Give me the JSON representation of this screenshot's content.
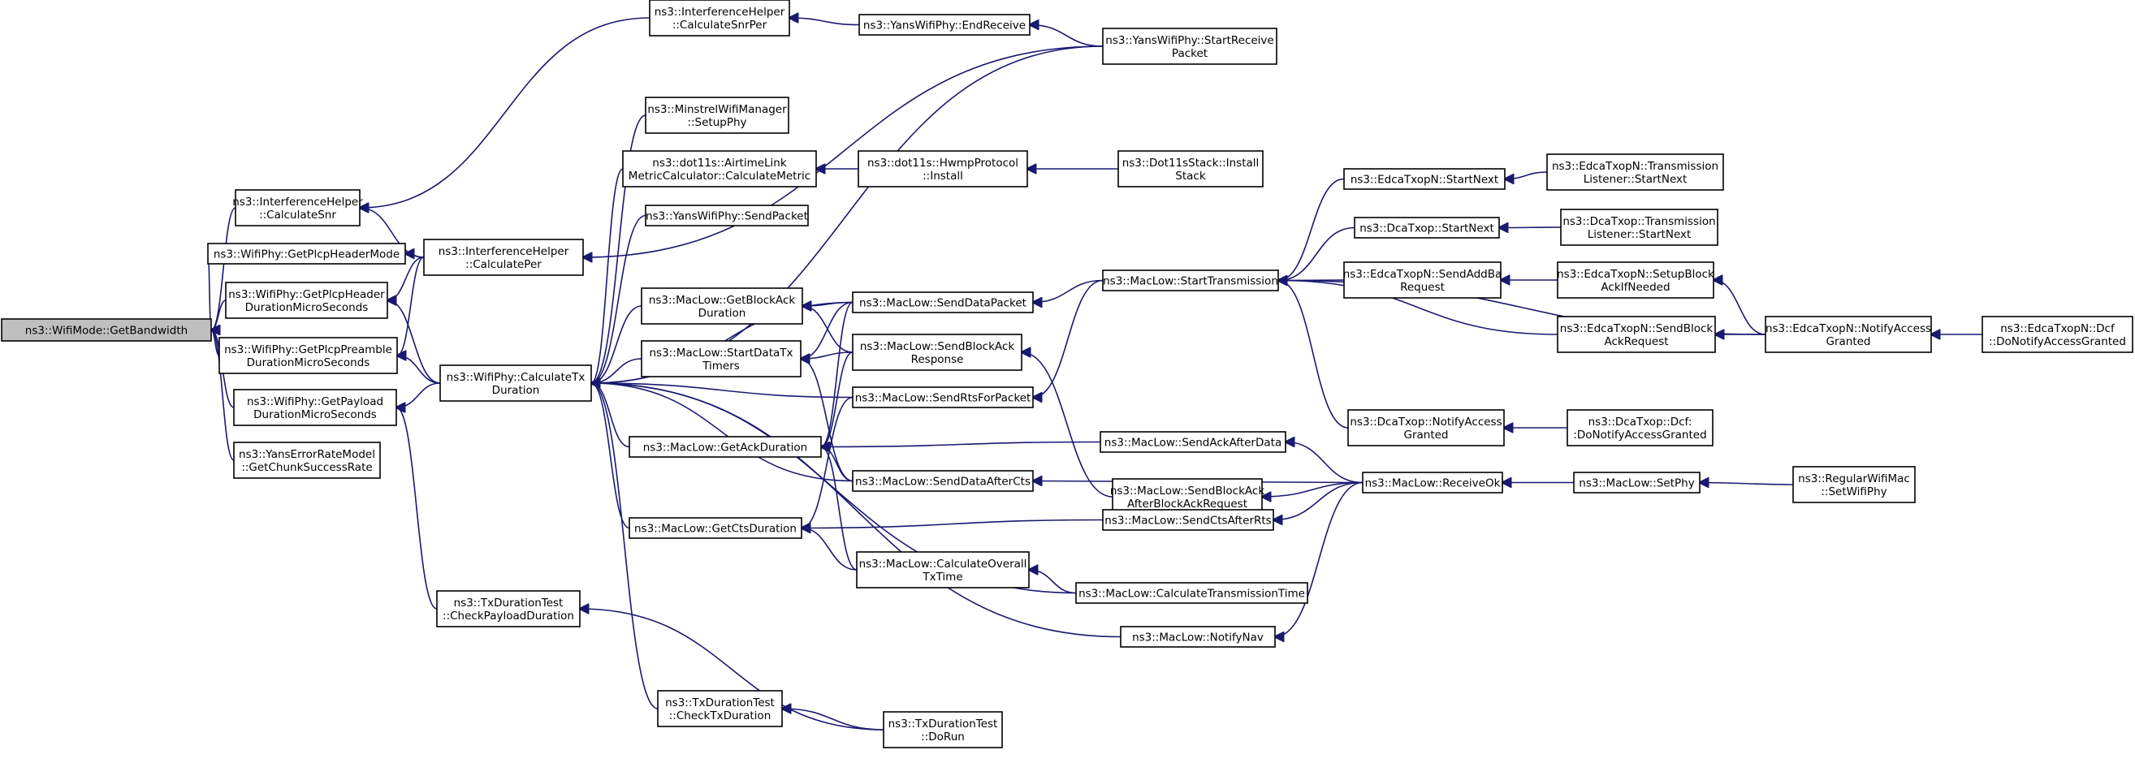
{
  "graph": {
    "colors": {
      "edge": "#191970",
      "node_border": "#000000",
      "root_fill": "#bfbfbf",
      "node_fill": "#ffffff"
    },
    "nodes": [
      {
        "id": "getbw",
        "lines": [
          "ns3::WifiMode::GetBandwidth"
        ],
        "root": true
      },
      {
        "id": "calcsnr",
        "lines": [
          "ns3::InterferenceHelper",
          "::CalculateSnr"
        ]
      },
      {
        "id": "plcphm",
        "lines": [
          "ns3::WifiPhy::GetPlcpHeaderMode"
        ]
      },
      {
        "id": "plcphdr",
        "lines": [
          "ns3::WifiPhy::GetPlcpHeader",
          "DurationMicroSeconds"
        ]
      },
      {
        "id": "plcppre",
        "lines": [
          "ns3::WifiPhy::GetPlcpPreamble",
          "DurationMicroSeconds"
        ]
      },
      {
        "id": "payload",
        "lines": [
          "ns3::WifiPhy::GetPayload",
          "DurationMicroSeconds"
        ]
      },
      {
        "id": "yanserr",
        "lines": [
          "ns3::YansErrorRateModel",
          "::GetChunkSuccessRate"
        ]
      },
      {
        "id": "calcsnrper",
        "lines": [
          "ns3::InterferenceHelper",
          "::CalculateSnrPer"
        ]
      },
      {
        "id": "calcper",
        "lines": [
          "ns3::InterferenceHelper",
          "::CalculatePer"
        ]
      },
      {
        "id": "calctx",
        "lines": [
          "ns3::WifiPhy::CalculateTx",
          "Duration"
        ]
      },
      {
        "id": "chkpayload",
        "lines": [
          "ns3::TxDurationTest",
          "::CheckPayloadDuration"
        ]
      },
      {
        "id": "endrecv",
        "lines": [
          "ns3::YansWifiPhy::EndReceive"
        ]
      },
      {
        "id": "startrecv",
        "lines": [
          "ns3::YansWifiPhy::StartReceive",
          "Packet"
        ]
      },
      {
        "id": "minstrel",
        "lines": [
          "ns3::MinstrelWifiManager",
          "::SetupPhy"
        ]
      },
      {
        "id": "airtime",
        "lines": [
          "ns3::dot11s::AirtimeLink",
          "MetricCalculator::CalculateMetric"
        ]
      },
      {
        "id": "hwmp",
        "lines": [
          "ns3::dot11s::HwmpProtocol",
          "::Install"
        ]
      },
      {
        "id": "dot11sstack",
        "lines": [
          "ns3::Dot11sStack::Install",
          "Stack"
        ]
      },
      {
        "id": "yanssend",
        "lines": [
          "ns3::YansWifiPhy::SendPacket"
        ]
      },
      {
        "id": "getblockack",
        "lines": [
          "ns3::MacLow::GetBlockAck",
          "Duration"
        ]
      },
      {
        "id": "startdatatx",
        "lines": [
          "ns3::MacLow::StartDataTx",
          "Timers"
        ]
      },
      {
        "id": "getackdur",
        "lines": [
          "ns3::MacLow::GetAckDuration"
        ]
      },
      {
        "id": "getctsdur",
        "lines": [
          "ns3::MacLow::GetCtsDuration"
        ]
      },
      {
        "id": "chktxdur",
        "lines": [
          "ns3::TxDurationTest",
          "::CheckTxDuration"
        ]
      },
      {
        "id": "senddatapkt",
        "lines": [
          "ns3::MacLow::SendDataPacket"
        ]
      },
      {
        "id": "sendblockackresp",
        "lines": [
          "ns3::MacLow::SendBlockAck",
          "Response"
        ]
      },
      {
        "id": "sendrts",
        "lines": [
          "ns3::MacLow::SendRtsForPacket"
        ]
      },
      {
        "id": "senddataaftercts",
        "lines": [
          "ns3::MacLow::SendDataAfterCts"
        ]
      },
      {
        "id": "calcoverall",
        "lines": [
          "ns3::MacLow::CalculateOverall",
          "TxTime"
        ]
      },
      {
        "id": "dorun",
        "lines": [
          "ns3::TxDurationTest",
          "::DoRun"
        ]
      },
      {
        "id": "starttrans",
        "lines": [
          "ns3::MacLow::StartTransmission"
        ]
      },
      {
        "id": "sendbaafterreq",
        "lines": [
          "ns3::MacLow::SendBlockAck",
          "AfterBlockAckRequest"
        ]
      },
      {
        "id": "sendackafterdata",
        "lines": [
          "ns3::MacLow::SendAckAfterData"
        ]
      },
      {
        "id": "sendctsafterrts",
        "lines": [
          "ns3::MacLow::SendCtsAfterRts"
        ]
      },
      {
        "id": "calctranstime",
        "lines": [
          "ns3::MacLow::CalculateTransmissionTime"
        ]
      },
      {
        "id": "notifynav",
        "lines": [
          "ns3::MacLow::NotifyNav"
        ]
      },
      {
        "id": "edcastartnext",
        "lines": [
          "ns3::EdcaTxopN::StartNext"
        ]
      },
      {
        "id": "dcastartnext",
        "lines": [
          "ns3::DcaTxop::StartNext"
        ]
      },
      {
        "id": "edcasendaddba",
        "lines": [
          "ns3::EdcaTxopN::SendAddBa",
          "Request"
        ]
      },
      {
        "id": "edcasendbar",
        "lines": [
          "ns3::EdcaTxopN::SendBlock",
          "AckRequest"
        ]
      },
      {
        "id": "dcanotify",
        "lines": [
          "ns3::DcaTxop::NotifyAccess",
          "Granted"
        ]
      },
      {
        "id": "receiveok",
        "lines": [
          "ns3::MacLow::ReceiveOk"
        ]
      },
      {
        "id": "edcatlsn",
        "lines": [
          "ns3::EdcaTxopN::Transmission",
          "Listener::StartNext"
        ]
      },
      {
        "id": "dcatlsn",
        "lines": [
          "ns3::DcaTxop::Transmission",
          "Listener::StartNext"
        ]
      },
      {
        "id": "setupblockack",
        "lines": [
          "ns3::EdcaTxopN::SetupBlock",
          "AckIfNeeded"
        ]
      },
      {
        "id": "edcanotify",
        "lines": [
          "ns3::EdcaTxopN::NotifyAccess",
          "Granted"
        ]
      },
      {
        "id": "dcadonotify",
        "lines": [
          "ns3::DcaTxop::Dcf:",
          ":DoNotifyAccessGranted"
        ]
      },
      {
        "id": "setphy",
        "lines": [
          "ns3::MacLow::SetPhy"
        ]
      },
      {
        "id": "edcadcfnotify",
        "lines": [
          "ns3::EdcaTxopN::Dcf",
          "::DoNotifyAccessGranted"
        ]
      },
      {
        "id": "setwifiphy",
        "lines": [
          "ns3::RegularWifiMac",
          "::SetWifiPhy"
        ]
      }
    ],
    "edges": [
      [
        "calcsnr",
        "getbw"
      ],
      [
        "plcphm",
        "getbw"
      ],
      [
        "plcphdr",
        "getbw"
      ],
      [
        "plcppre",
        "getbw"
      ],
      [
        "payload",
        "getbw"
      ],
      [
        "yanserr",
        "getbw"
      ],
      [
        "calcsnrper",
        "calcsnr"
      ],
      [
        "calcper",
        "calcsnr"
      ],
      [
        "calcper",
        "plcphm"
      ],
      [
        "calcper",
        "plcphdr"
      ],
      [
        "calcper",
        "plcppre"
      ],
      [
        "calctx",
        "plcphdr"
      ],
      [
        "calctx",
        "plcppre"
      ],
      [
        "calctx",
        "payload"
      ],
      [
        "chkpayload",
        "payload"
      ],
      [
        "endrecv",
        "calcsnrper"
      ],
      [
        "startrecv",
        "endrecv"
      ],
      [
        "startrecv",
        "calcper"
      ],
      [
        "startrecv",
        "calctx"
      ],
      [
        "minstrel",
        "calctx"
      ],
      [
        "airtime",
        "calctx"
      ],
      [
        "hwmp",
        "airtime"
      ],
      [
        "dot11sstack",
        "hwmp"
      ],
      [
        "yanssend",
        "calctx"
      ],
      [
        "getblockack",
        "calctx"
      ],
      [
        "startdatatx",
        "calctx"
      ],
      [
        "getackdur",
        "calctx"
      ],
      [
        "getctsdur",
        "calctx"
      ],
      [
        "chktxdur",
        "calctx"
      ],
      [
        "senddatapkt",
        "calctx"
      ],
      [
        "sendrts",
        "calctx"
      ],
      [
        "senddataaftercts",
        "calctx"
      ],
      [
        "calctranstime",
        "calctx"
      ],
      [
        "notifynav",
        "calctx"
      ],
      [
        "senddatapkt",
        "getblockack"
      ],
      [
        "sendblockackresp",
        "getblockack"
      ],
      [
        "senddatapkt",
        "startdatatx"
      ],
      [
        "sendblockackresp",
        "startdatatx"
      ],
      [
        "senddataaftercts",
        "startdatatx"
      ],
      [
        "senddatapkt",
        "getackdur"
      ],
      [
        "sendblockackresp",
        "getackdur"
      ],
      [
        "senddataaftercts",
        "getackdur"
      ],
      [
        "sendackafterdata",
        "getackdur"
      ],
      [
        "calcoverall",
        "getackdur"
      ],
      [
        "sendrts",
        "getctsdur"
      ],
      [
        "sendctsafterrts",
        "getctsdur"
      ],
      [
        "calcoverall",
        "getctsdur"
      ],
      [
        "calctranstime",
        "calcoverall"
      ],
      [
        "dorun",
        "chktxdur"
      ],
      [
        "dorun",
        "chkpayload"
      ],
      [
        "starttrans",
        "senddatapkt"
      ],
      [
        "sendbaafterreq",
        "sendblockackresp"
      ],
      [
        "starttrans",
        "sendrts"
      ],
      [
        "receiveok",
        "senddataaftercts"
      ],
      [
        "edcastartnext",
        "starttrans"
      ],
      [
        "dcastartnext",
        "starttrans"
      ],
      [
        "edcasendaddba",
        "starttrans"
      ],
      [
        "edcasendbar",
        "starttrans"
      ],
      [
        "dcanotify",
        "starttrans"
      ],
      [
        "edcanotify",
        "starttrans"
      ],
      [
        "receiveok",
        "sendbaafterreq"
      ],
      [
        "receiveok",
        "sendackafterdata"
      ],
      [
        "receiveok",
        "sendctsafterrts"
      ],
      [
        "receiveok",
        "notifynav"
      ],
      [
        "edcatlsn",
        "edcastartnext"
      ],
      [
        "dcatlsn",
        "dcastartnext"
      ],
      [
        "setupblockack",
        "edcasendaddba"
      ],
      [
        "edcanotify",
        "edcasendbar"
      ],
      [
        "edcanotify",
        "setupblockack"
      ],
      [
        "dcadonotify",
        "dcanotify"
      ],
      [
        "edcadcfnotify",
        "edcanotify"
      ],
      [
        "setphy",
        "receiveok"
      ],
      [
        "setwifiphy",
        "setphy"
      ]
    ]
  }
}
